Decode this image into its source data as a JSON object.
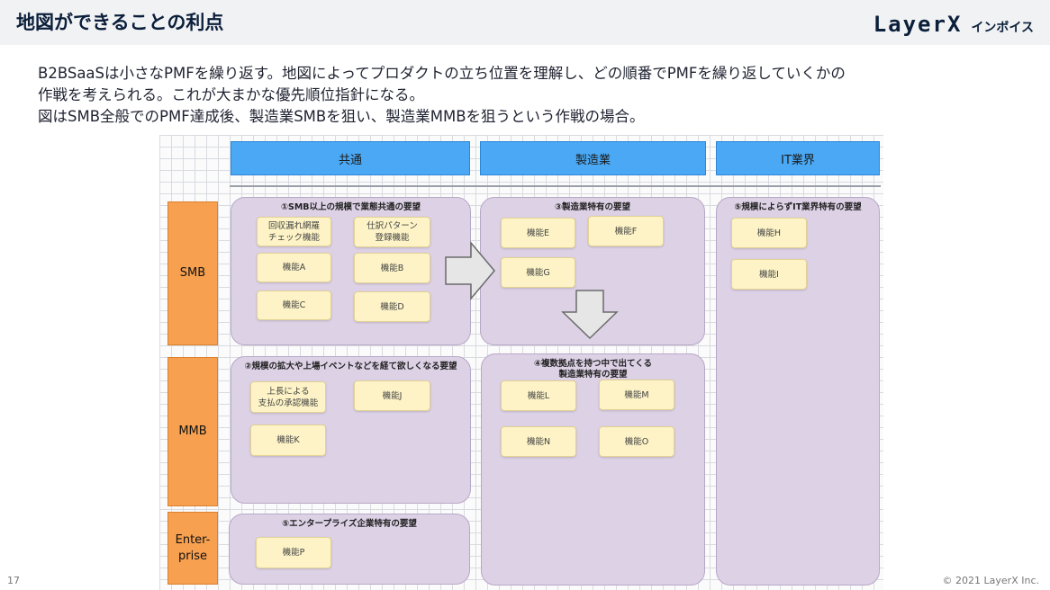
{
  "header": {
    "title": "地図ができることの利点",
    "logo_main": "LayerX",
    "logo_sub": "インボイス"
  },
  "description": [
    "B2BSaaSは小さなPMFを繰り返す。地図によってプロダクトの立ち位置を理解し、どの順番でPMFを繰り返していくかの",
    "作戦を考えられる。これが大まかな優先順位指針になる。",
    "図はSMB全般でのPMF達成後、製造業SMBを狙い、製造業MMBを狙うという作戦の場合。"
  ],
  "columns": [
    "共通",
    "製造業",
    "IT業界"
  ],
  "rows": [
    "SMB",
    "MMB",
    "Enter-\nprise"
  ],
  "panels": {
    "p1": "①SMB以上の規模で業態共通の要望",
    "p2": "②規模の拡大や上場イベントなどを経て欲しくなる要望",
    "p3": "③製造業特有の要望",
    "p4": "④複数拠点を持つ中で出てくる\n製造業特有の要望",
    "p5": "⑤エンタープライズ企業特有の要望",
    "p6": "⑤規模によらずIT業界特有の要望"
  },
  "features": {
    "f1": "回収漏れ網羅\nチェック機能",
    "f2": "仕訳パターン\n登録機能",
    "fA": "機能A",
    "fB": "機能B",
    "fC": "機能C",
    "fD": "機能D",
    "f3": "上長による\n支払の承認機能",
    "fJ": "機能J",
    "fK": "機能K",
    "fE": "機能E",
    "fF": "機能F",
    "fG": "機能G",
    "fL": "機能L",
    "fM": "機能M",
    "fN": "機能N",
    "fO": "機能O",
    "fP": "機能P",
    "fH": "機能H",
    "fI": "機能I"
  },
  "footer": {
    "page": "17",
    "copyright": "© 2021 LayerX Inc."
  },
  "colors": {
    "column_header": "#4aa8f4",
    "row_header": "#f7a04f",
    "panel": "#ddd1e6",
    "feature": "#fdf3c6"
  }
}
